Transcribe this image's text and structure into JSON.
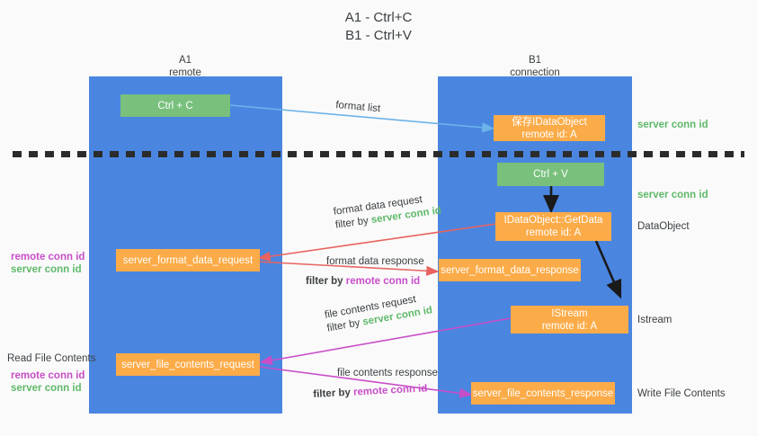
{
  "title": {
    "line1": "A1 - Ctrl+C",
    "line2": "B1 - Ctrl+V"
  },
  "colors": {
    "lane": "#4a86e0",
    "green_box": "#78c07c",
    "orange_box": "#fbab48",
    "server_conn_id": "#5fb96a",
    "remote_conn_id": "#c84ec8",
    "blue_arrow": "#6cb3e8",
    "red_arrow": "#e8635f",
    "magenta_arrow": "#c84ec8",
    "black_arrow": "#1a1a1a",
    "background": "#fafafa"
  },
  "columns": [
    {
      "name": "A1",
      "sub": "remote"
    },
    {
      "name": "B1",
      "sub": "connection"
    }
  ],
  "boxes": {
    "ctrl_c": {
      "label": "Ctrl + C",
      "kind": "green"
    },
    "ctrl_v": {
      "label": "Ctrl + V",
      "kind": "green"
    },
    "save_dataobject": {
      "line1": "保存IDataObject",
      "line2": "remote id: A",
      "kind": "orange"
    },
    "getdata": {
      "line1": "IDataObject::GetData",
      "line2": "remote id: A",
      "kind": "orange"
    },
    "istream": {
      "line1": "IStream",
      "line2": "remote id: A",
      "kind": "orange"
    },
    "server_format_data_request": {
      "label": "server_format_data_request",
      "kind": "orange"
    },
    "server_format_data_response": {
      "label": "server_format_data_response",
      "kind": "orange"
    },
    "server_file_contents_request": {
      "label": "server_file_contents_request",
      "kind": "orange"
    },
    "server_file_contents_response": {
      "label": "server_file_contents_response",
      "kind": "orange"
    }
  },
  "annotations": {
    "format_list": "format list",
    "format_data_request": "format data request",
    "format_data_request_filter_prefix": "filter by ",
    "format_data_request_filter_value": "server conn id",
    "format_data_response": "format data response",
    "format_data_response_filter_prefix": "filter by ",
    "format_data_response_filter_value": "remote conn id",
    "file_contents_request": "file contents request",
    "file_contents_request_filter_prefix": "filter by ",
    "file_contents_request_filter_value": "server conn id",
    "file_contents_response": "file contents response",
    "file_contents_response_filter_prefix": "filter by ",
    "file_contents_response_filter_value": "remote conn id"
  },
  "right_labels": {
    "server_conn_id_top": "server conn id",
    "server_conn_id_mid": "server conn id",
    "dataobject": "DataObject",
    "istream": "Istream",
    "write_file_contents": "Write File Contents"
  },
  "left_labels": {
    "remote_conn_id_1": "remote conn id",
    "server_conn_id_1": "server conn id",
    "read_file_contents": "Read File Contents",
    "remote_conn_id_2": "remote conn id",
    "server_conn_id_2": "server conn id"
  }
}
